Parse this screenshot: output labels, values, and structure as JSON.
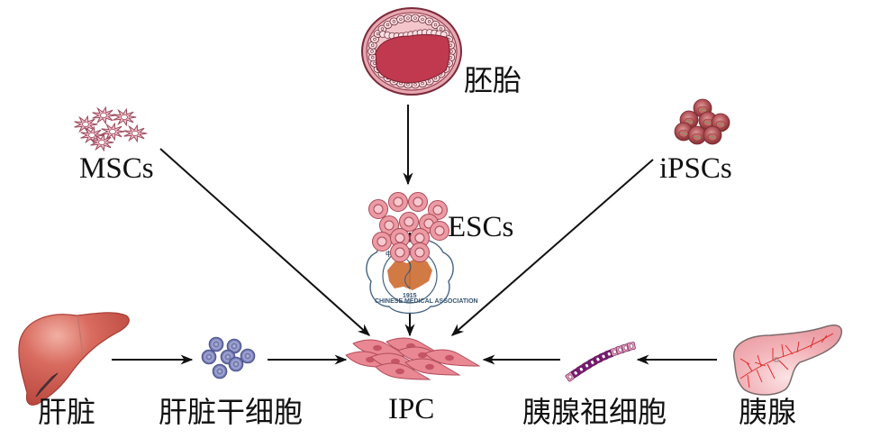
{
  "diagram": {
    "title": "",
    "nodes": {
      "embryo": {
        "label": "胚胎",
        "icon": "embryo-blastocyst-icon"
      },
      "mscs": {
        "label": "MSCs",
        "icon": "mesenchymal-stem-cells-icon"
      },
      "escs": {
        "label": "ESCs",
        "icon": "embryonic-stem-cells-icon"
      },
      "ipscs": {
        "label": "iPSCs",
        "icon": "induced-pluripotent-stem-cells-icon"
      },
      "liver": {
        "label": "肝脏",
        "icon": "liver-icon"
      },
      "liver_stem": {
        "label": "肝脏干细胞",
        "icon": "liver-stem-cells-icon"
      },
      "ipc": {
        "label": "IPC",
        "icon": "insulin-producing-cells-icon"
      },
      "pancreatic_progenitor": {
        "label": "胰腺祖细胞",
        "icon": "pancreatic-progenitor-cells-icon"
      },
      "pancreas": {
        "label": "胰腺",
        "icon": "pancreas-icon"
      }
    },
    "edges": [
      {
        "from": "embryo",
        "to": "escs"
      },
      {
        "from": "escs",
        "to": "ipc"
      },
      {
        "from": "mscs",
        "to": "ipc"
      },
      {
        "from": "ipscs",
        "to": "ipc"
      },
      {
        "from": "liver",
        "to": "liver_stem"
      },
      {
        "from": "liver_stem",
        "to": "ipc"
      },
      {
        "from": "pancreas",
        "to": "pancreatic_progenitor"
      },
      {
        "from": "pancreatic_progenitor",
        "to": "ipc"
      }
    ],
    "watermark": {
      "name": "chinese-medical-association-seal",
      "text_top": "中华医学会",
      "text_bottom": "CHINESE MEDICAL ASSOCIATION",
      "year": "1915"
    },
    "colors": {
      "embryo_fill": "#c0394f",
      "cell_pink": "#e98893",
      "cell_pink_light": "#f4c4c9",
      "mscs_stroke": "#9b4a5c",
      "ipscs_red": "#b5555a",
      "liver_red": "#d0645a",
      "liver_stem_blue": "#5a6398",
      "progenitor_purple": "#7e1e78",
      "pancreas_pink": "#f0b4b8",
      "pancreas_vessel": "#e02020",
      "seal_blue": "#3a5a7a",
      "seal_orange": "#d0733a",
      "arrow": "#111111"
    }
  }
}
